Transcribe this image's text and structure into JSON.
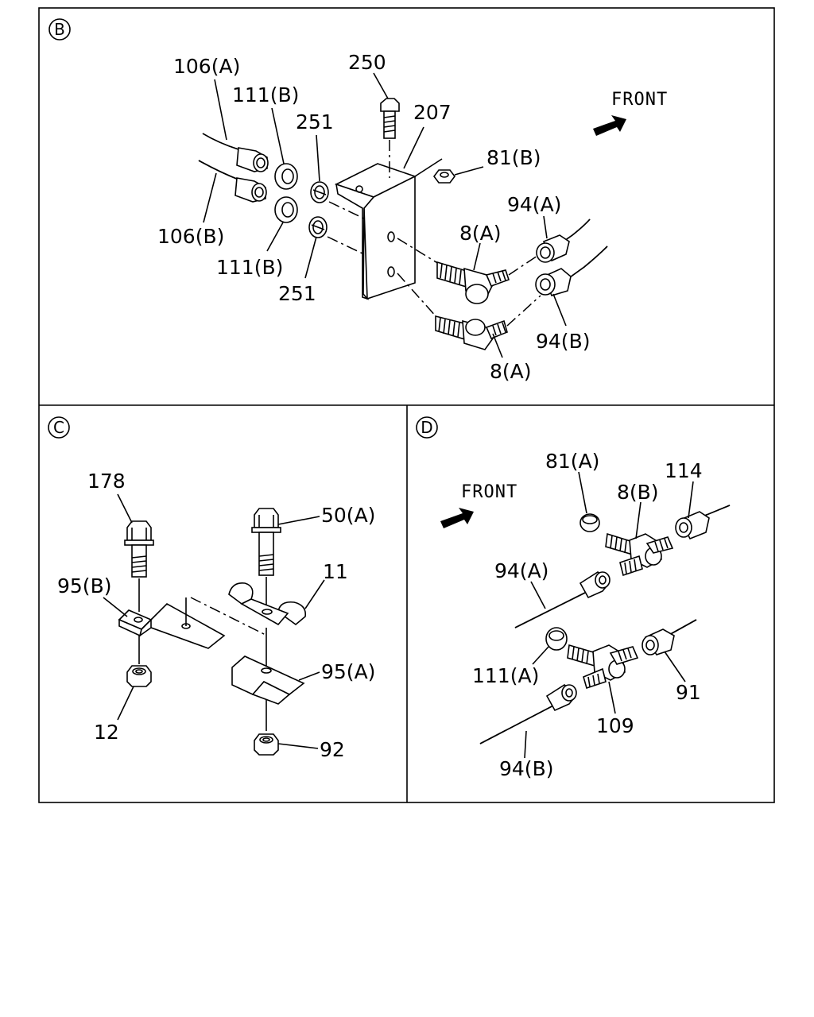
{
  "sections": {
    "B": {
      "marker": "B",
      "front": "FRONT",
      "labels": {
        "l106a": "106(A)",
        "l111b_top": "111(B)",
        "l250": "250",
        "l207": "207",
        "l251_top": "251",
        "l81b": "81(B)",
        "l106b": "106(B)",
        "l94a": "94(A)",
        "l8a_top": "8(A)",
        "l111b_bot": "111(B)",
        "l251_bot": "251",
        "l94b": "94(B)",
        "l8a_bot": "8(A)"
      }
    },
    "C": {
      "marker": "C",
      "labels": {
        "l178": "178",
        "l50a": "50(A)",
        "l11": "11",
        "l95b": "95(B)",
        "l95a": "95(A)",
        "l12": "12",
        "l92": "92"
      }
    },
    "D": {
      "marker": "D",
      "front": "FRONT",
      "labels": {
        "l81a": "81(A)",
        "l114": "114",
        "l8b": "8(B)",
        "l94a": "94(A)",
        "l111a": "111(A)",
        "l91": "91",
        "l109": "109",
        "l94b": "94(B)"
      }
    }
  }
}
